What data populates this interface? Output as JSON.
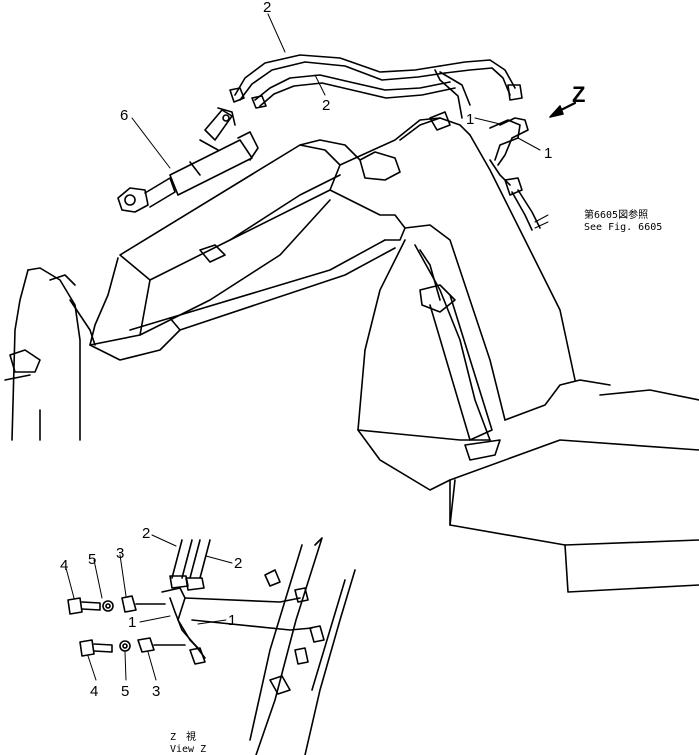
{
  "callouts": {
    "top_hose_a": "2",
    "top_hose_b": "2",
    "cylinder": "6",
    "pipe_a": "1",
    "pipe_b": "1",
    "view_arrow": "Z",
    "ref_jp": "第6605図参照",
    "ref_en": "See Fig. 6605"
  },
  "detail_callouts": {
    "hose_left": "2",
    "hose_right": "2",
    "bolt_top": "4",
    "washer_top": "5",
    "clamp_top": "3",
    "pipe_left": "1",
    "pipe_right": "1",
    "bolt_bottom": "4",
    "washer_bottom": "5",
    "clamp_bottom": "3"
  },
  "view_caption": {
    "jp": "Z　視",
    "en": "View Z"
  },
  "colors": {
    "line": "#000000",
    "background": "#ffffff"
  }
}
